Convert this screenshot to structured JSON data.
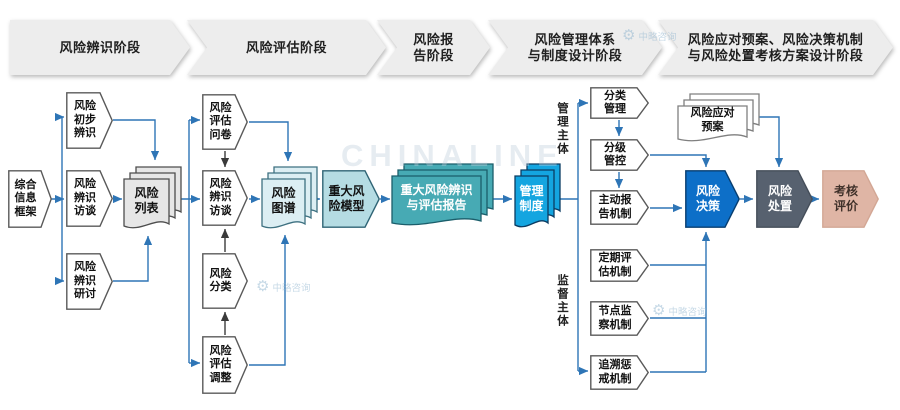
{
  "phases": [
    {
      "label": "风险辨识阶段"
    },
    {
      "label": "风险评估阶段"
    },
    {
      "label": "风险报\n告阶段"
    },
    {
      "label": "风险管理体系\n与制度设计阶段"
    },
    {
      "label": "风险应对预案、风险决策机制\n与风险处置考核方案设计阶段"
    }
  ],
  "nodes": {
    "info_frame": "综合\n信息\n框架",
    "initial_identify": "风险\n初步\n辨识",
    "identify_interview_1": "风险\n辨识\n访谈",
    "identify_workshop": "风险\n辨识\n研讨",
    "risk_list": "风险\n列表",
    "assess_questionnaire": "风险\n评估\n问卷",
    "identify_interview_2": "风险\n辨识\n访谈",
    "risk_classification": "风险\n分类",
    "assess_adjust": "风险\n评估\n调整",
    "risk_map": "风险\n图谱",
    "major_risk_model": "重大风\n险模型",
    "major_risk_report": "重大风险辨识\n与评估报告",
    "management_system": "管理\n制度",
    "classified_management": "分类\n管理",
    "graded_control": "分级\n管控",
    "active_reporting": "主动报\n告机制",
    "periodic_evaluation": "定期评\n估机制",
    "node_monitoring": "节点监\n察机制",
    "trace_discipline": "追溯惩\n戒机制",
    "response_plan": "风险应对\n预案",
    "risk_decision": "风险\n决策",
    "risk_disposal": "风险\n处置",
    "assessment_evaluation": "考核\n评价",
    "management_subject": "管理主体",
    "supervision_subject": "监督主体"
  },
  "watermark": {
    "brand": "CHINALINE",
    "logo_text": "中略咨询",
    "gear_glyph": "⚙"
  },
  "colors": {
    "line_blue": "#2e75b6",
    "line_dark": "#3a3a3a",
    "phase_fill": "#ededed",
    "node_fill": "#ffffff",
    "node_stroke": "#595959",
    "plan_stroke": "#7f7f7f",
    "list_fill": "#e6e6e6",
    "list_stroke": "#4d4d4d",
    "map_fill": "#dceef3",
    "map_stroke": "#3e7181",
    "model_fill": "#b5dce3",
    "model_stroke": "#2f6475",
    "report_fill": "#47aab4",
    "report_stroke": "#1b5e6b",
    "mgmt_fill": "#14a5e0",
    "mgmt_stroke": "#0b3c62",
    "decision_fill": "#0d6fc8",
    "decision_stroke": "#083e70",
    "disposal_fill": "#57616f",
    "disposal_stroke": "#454e5a",
    "assess_fill": "#dfb5a5",
    "assess_stroke": "#d3a795",
    "watermark_text": "#bfcedb"
  }
}
